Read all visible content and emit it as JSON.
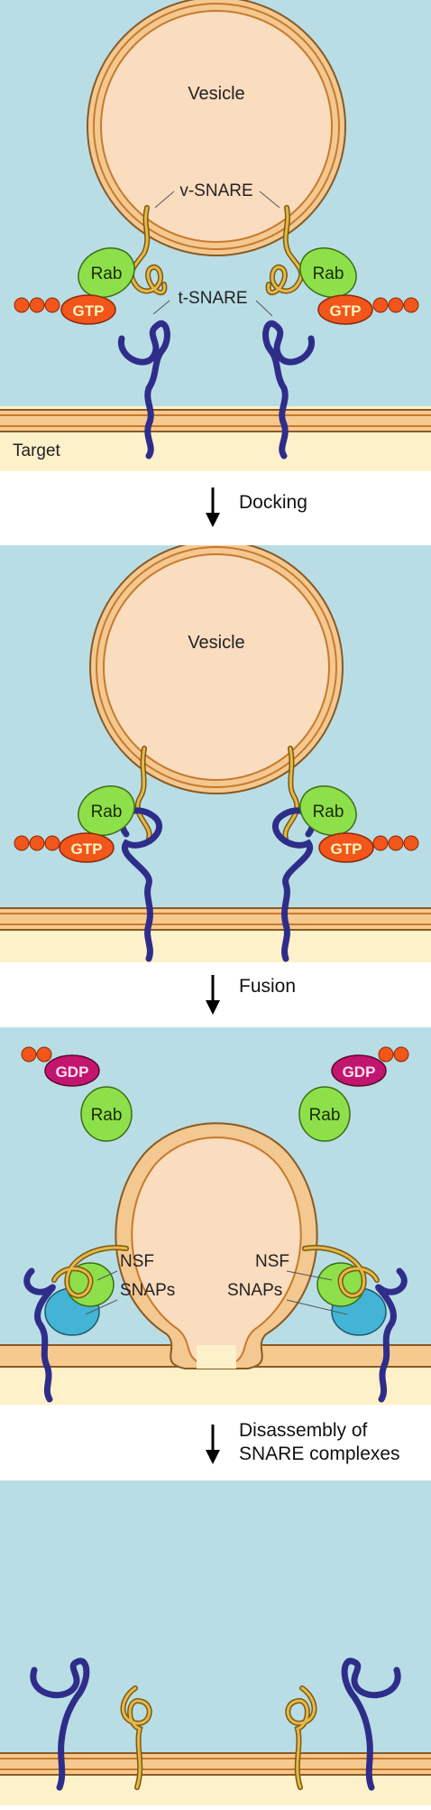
{
  "panel1": {
    "vesicle_label": "Vesicle",
    "v_snare_label": "v-SNARE",
    "t_snare_label": "t-SNARE",
    "rab_label": "Rab",
    "gtp_label": "GTP",
    "target_label": "Target"
  },
  "step1": {
    "label": "Docking"
  },
  "panel2": {
    "vesicle_label": "Vesicle",
    "rab_label": "Rab",
    "gtp_label": "GTP"
  },
  "step2": {
    "label": "Fusion"
  },
  "panel3": {
    "gdp_label": "GDP",
    "rab_label": "Rab",
    "nsf_label": "NSF",
    "snaps_label": "SNAPs"
  },
  "step3": {
    "label_line1": "Disassembly of",
    "label_line2": "SNARE complexes"
  },
  "colors": {
    "background": "#b9dde5",
    "cytoplasm_target": "#fdf1c9",
    "vesicle_lumen": "#fadcbe",
    "membrane": "#e09a4a",
    "v_snare": "#b08a2a",
    "t_snare": "#2f2d8a",
    "rab": "#8ee04a",
    "gtp": "#f2561a",
    "gdp": "#c2156e",
    "snaps": "#43b4d6"
  }
}
